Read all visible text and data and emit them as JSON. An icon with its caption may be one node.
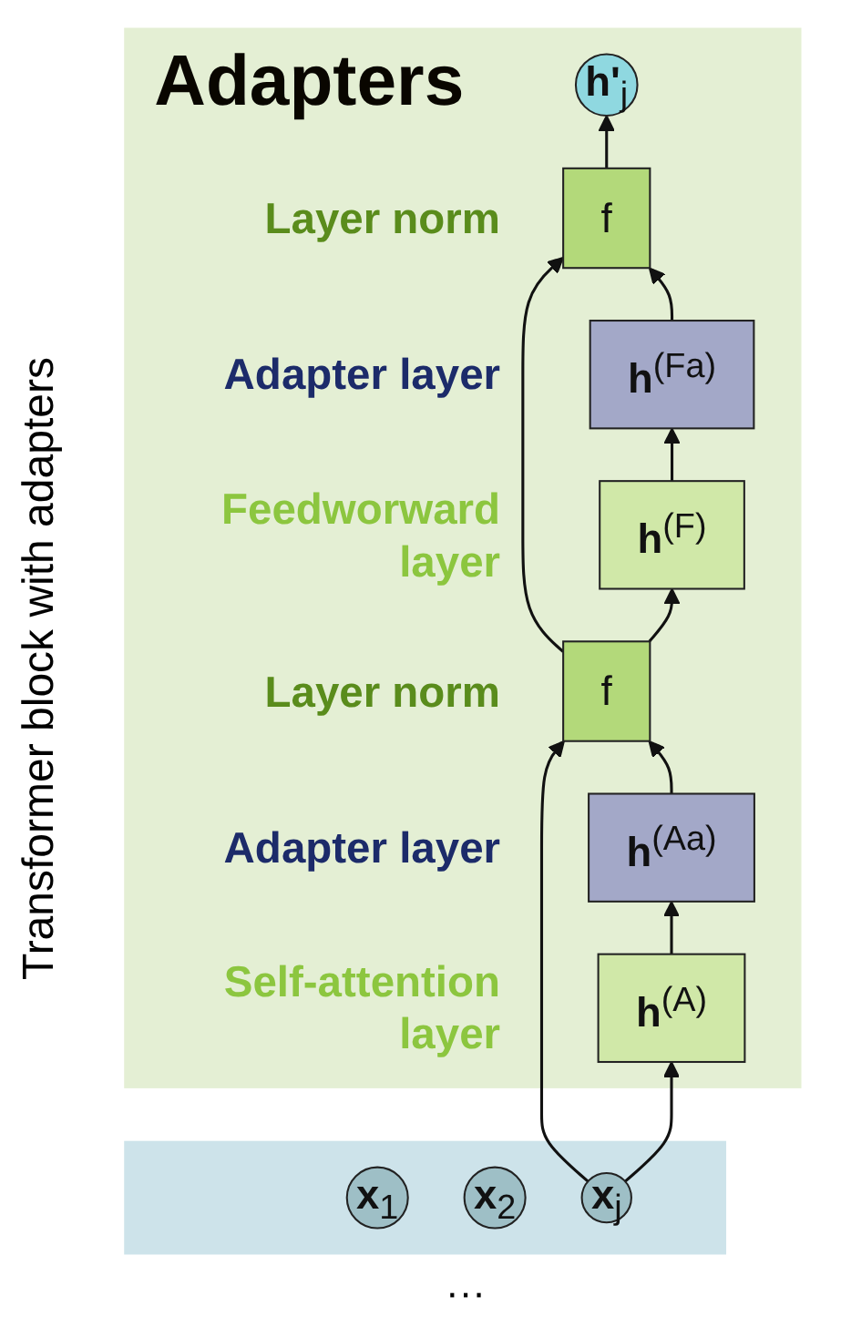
{
  "diagram": {
    "nodes": [
      {
        "text": [
          "Adapters"
        ]
      },
      {
        "text": [
          "**h'**$_{j}$"
        ],
        "in": 0
      },
      {
        "text": [
          "f"
        ],
        "in": 0,
        "beside": [
          "Layer norm"
        ]
      },
      {
        "text": [
          "**h**$^{(Fa)}$"
        ],
        "in": 0,
        "beside": [
          "Adapter layer"
        ]
      },
      {
        "text": [
          "**h**$^{(F)}$"
        ],
        "in": 0,
        "beside": [
          "Feedworward layer"
        ]
      },
      {
        "text": [
          "f"
        ],
        "in": 0,
        "beside": [
          "Layer norm"
        ]
      },
      {
        "text": [
          "**h**$^{(Aa)}$"
        ],
        "in": 0,
        "beside": [
          "Adapter layer"
        ]
      },
      {
        "text": [
          "**h**$^{(A)}$"
        ],
        "in": 0,
        "beside": [
          "Self-attention layer"
        ]
      },
      {
        "text": [],
        "shape": "box"
      },
      {
        "text": [
          "**x**$_{1}$"
        ],
        "in": 8
      },
      {
        "text": [
          "**x**$_{2}$"
        ],
        "in": 8
      },
      {
        "text": [
          "**x**$_{j}$"
        ],
        "in": 8
      }
    ],
    "edges": [
      {
        "from": 11,
        "to": 7,
        "arrow": "to"
      },
      {
        "from": 11,
        "to": 5,
        "arrow": "to"
      },
      {
        "from": 7,
        "to": 6,
        "arrow": "to"
      },
      {
        "from": 6,
        "to": 5,
        "arrow": "to"
      },
      {
        "from": 5,
        "to": 4,
        "arrow": "to"
      },
      {
        "from": 5,
        "to": 2,
        "arrow": "to"
      },
      {
        "from": 4,
        "to": 3,
        "arrow": "to"
      },
      {
        "from": 3,
        "to": 2,
        "arrow": "to"
      },
      {
        "from": 2,
        "to": 1,
        "arrow": "to"
      }
    ],
    "labels": [
      "Transformer block with adapters",
      "···"
    ]
  }
}
